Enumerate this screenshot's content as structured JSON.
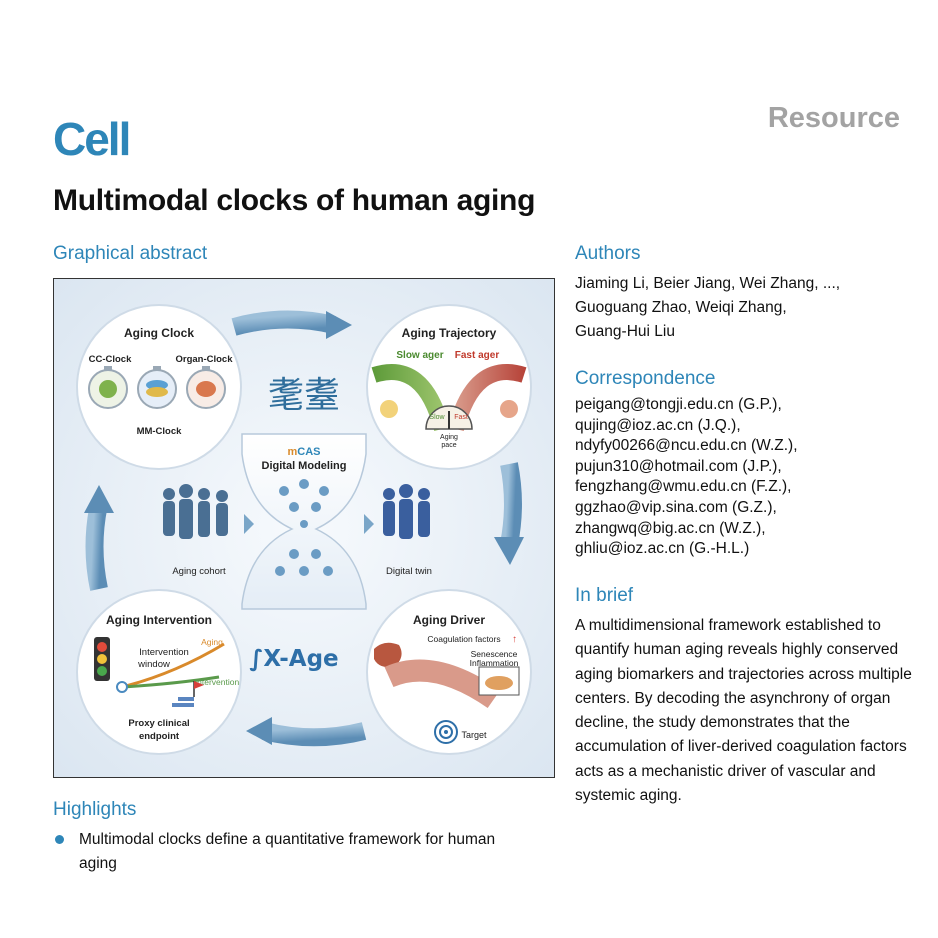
{
  "header": {
    "journal": "Cell",
    "article_type": "Resource",
    "title": "Multimodal clocks of human aging"
  },
  "graphical_abstract": {
    "heading": "Graphical abstract",
    "aging_clock": {
      "title": "Aging Clock",
      "cc": "CC-Clock",
      "organ": "Organ-Clock",
      "mm": "MM-Clock"
    },
    "aging_trajectory": {
      "title": "Aging Trajectory",
      "slow": "Slow ager",
      "fast": "Fast ager",
      "gauge_slow": "Slow",
      "gauge_fast": "Fast",
      "gauge_label_1": "Aging",
      "gauge_label_2": "pace"
    },
    "center": {
      "mcas_prefix": "m",
      "mcas_accent": "CAS",
      "modeling": "Digital Modeling",
      "chinese": "耄耋"
    },
    "cohort_label": "Aging cohort",
    "twin_label": "Digital twin",
    "aging_intervention": {
      "title": "Aging Intervention",
      "window_1": "Intervention",
      "window_2": "window",
      "aging": "Aging",
      "intervention": "Intervention",
      "proxy_1": "Proxy clinical",
      "proxy_2": "endpoint"
    },
    "xage": {
      "prefix": "∫X",
      "suffix": "-Age"
    },
    "aging_driver": {
      "title": "Aging Driver",
      "coag": "Coagulation factors",
      "senescence": "Senescence",
      "inflammation": "Inflammation",
      "target": "Target"
    },
    "colors": {
      "accent": "#2e86b8",
      "slow": "#4a8a2e",
      "fast": "#c0392b",
      "arrow": "#7aa6c8"
    }
  },
  "authors": {
    "heading": "Authors",
    "lines": [
      "Jiaming Li, Beier Jiang, Wei Zhang, ...,",
      "Guoguang Zhao, Weiqi Zhang,",
      "Guang-Hui Liu"
    ]
  },
  "correspondence": {
    "heading": "Correspondence",
    "emails": [
      "peigang@tongji.edu.cn (G.P.),",
      "qujing@ioz.ac.cn (J.Q.),",
      "ndyfy00266@ncu.edu.cn (W.Z.),",
      "pujun310@hotmail.com (J.P.),",
      "fengzhang@wmu.edu.cn (F.Z.),",
      "ggzhao@vip.sina.com (G.Z.),",
      "zhangwq@big.ac.cn (W.Z.),",
      "ghliu@ioz.ac.cn (G.-H.L.)"
    ]
  },
  "in_brief": {
    "heading": "In brief",
    "text": "A multidimensional framework established to quantify human aging reveals highly conserved aging biomarkers and trajectories across multiple centers. By decoding the asynchrony of organ decline, the study demonstrates that the accumulation of liver-derived coagulation factors acts as a mechanistic driver of vascular and systemic aging."
  },
  "highlights": {
    "heading": "Highlights",
    "items": [
      "Multimodal clocks define a quantitative framework for human aging"
    ]
  }
}
